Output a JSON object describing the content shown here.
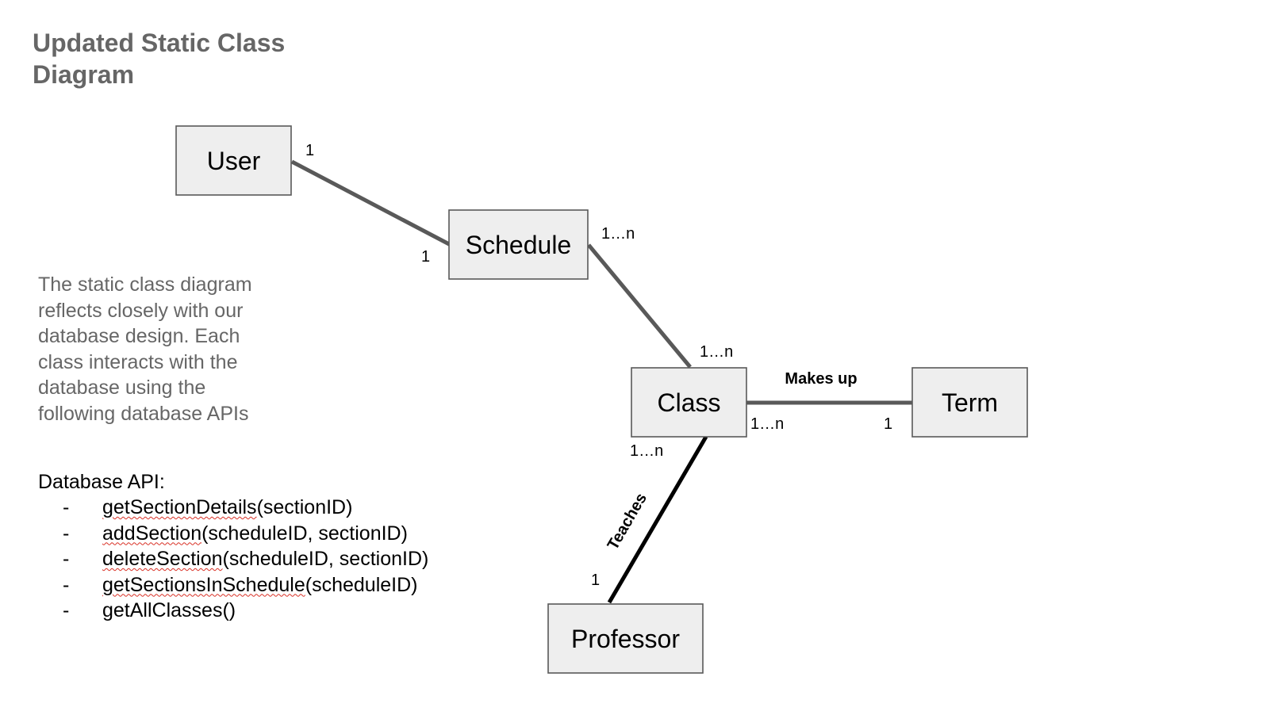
{
  "title": "Updated Static Class Diagram",
  "description": "The static class diagram reflects closely with our database design. Each class interacts with the database using the following database APIs",
  "api": {
    "heading": "Database API:",
    "bullet": "-",
    "methods": [
      {
        "name": "getSectionDetails",
        "args": "(sectionID)",
        "spellcheck_flag": true
      },
      {
        "name": "addSection",
        "args": "(scheduleID, sectionID)",
        "spellcheck_flag": true
      },
      {
        "name": "deleteSection",
        "args": "(scheduleID, sectionID)",
        "spellcheck_flag": true
      },
      {
        "name": "getSectionsInSchedule",
        "args": "(scheduleID)",
        "spellcheck_flag": true
      },
      {
        "name": "getAllClasses",
        "args": "()",
        "spellcheck_flag": false
      }
    ]
  },
  "diagram": {
    "classes": {
      "user": "User",
      "schedule": "Schedule",
      "class": "Class",
      "term": "Term",
      "professor": "Professor"
    },
    "relationships": {
      "user_schedule": {
        "user_end": "1",
        "schedule_end": "1"
      },
      "schedule_class": {
        "schedule_end": "1…n",
        "class_end": "1…n"
      },
      "class_term": {
        "label": "Makes up",
        "class_end": "1…n",
        "term_end": "1"
      },
      "class_professor": {
        "label": "Teaches",
        "class_end": "1…n",
        "professor_end": "1"
      }
    }
  },
  "colors": {
    "title_text": "#666666",
    "description_text": "#666666",
    "box_fill": "#eeeeee",
    "box_border": "#595959",
    "connector": "#595959",
    "connector_teaches": "#000000",
    "spellcheck_underline": "#d93025"
  }
}
